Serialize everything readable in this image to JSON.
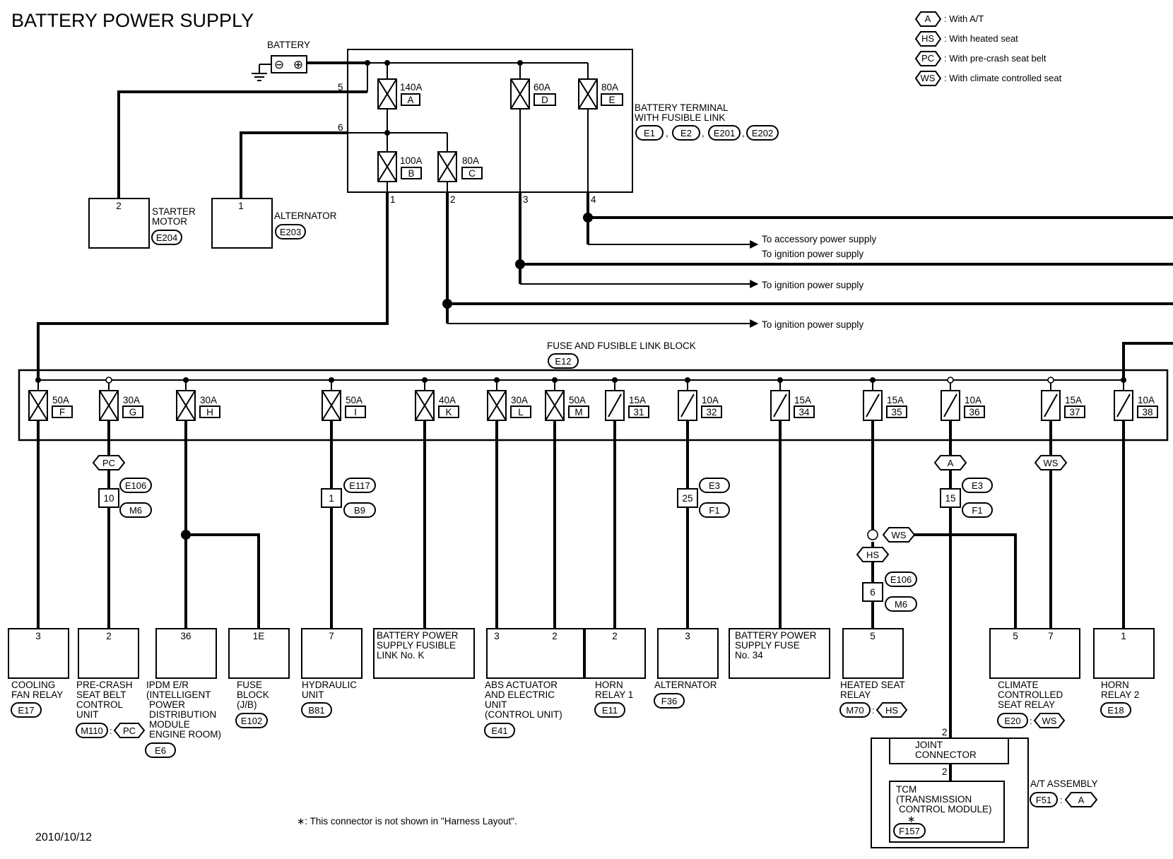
{
  "title": "BATTERY POWER SUPPLY",
  "date": "2010/10/12",
  "footnote": "∗: This connector is not shown in \"Harness Layout\".",
  "legend": [
    {
      "code": "A",
      "text": ": With A/T"
    },
    {
      "code": "HS",
      "text": ": With heated seat"
    },
    {
      "code": "PC",
      "text": ": With pre-crash seat belt"
    },
    {
      "code": "WS",
      "text": ": With climate controlled seat"
    }
  ],
  "battery": {
    "label": "BATTERY",
    "neg": "⊖",
    "pos": "⊕"
  },
  "terminal": {
    "name_line1": "BATTERY TERMINAL",
    "name_line2": "WITH FUSIBLE LINK",
    "connectors": [
      "E1",
      "E2",
      "E201",
      "E202"
    ],
    "fuses": [
      {
        "amp": "140A",
        "id": "A"
      },
      {
        "amp": "60A",
        "id": "D"
      },
      {
        "amp": "80A",
        "id": "E"
      },
      {
        "amp": "100A",
        "id": "B"
      },
      {
        "amp": "80A",
        "id": "C"
      }
    ],
    "pins": [
      "5",
      "6",
      "1",
      "2",
      "3",
      "4"
    ]
  },
  "starter": {
    "pin": "2",
    "line1": "STARTER",
    "line2": "MOTOR",
    "conn": "E204"
  },
  "alternator_top": {
    "pin": "1",
    "name": "ALTERNATOR",
    "conn": "E203"
  },
  "arrows": [
    "To accessory power supply",
    "To ignition power supply",
    "To ignition power supply",
    "To ignition power supply"
  ],
  "fuse_block": {
    "name": "FUSE AND FUSIBLE LINK BLOCK",
    "conn": "E12"
  },
  "fuses": [
    {
      "amp": "50A",
      "id": "F"
    },
    {
      "amp": "30A",
      "id": "G"
    },
    {
      "amp": "30A",
      "id": "H"
    },
    {
      "amp": "50A",
      "id": "I"
    },
    {
      "amp": "40A",
      "id": "K"
    },
    {
      "amp": "30A",
      "id": "L"
    },
    {
      "amp": "50A",
      "id": "M"
    },
    {
      "amp": "15A",
      "id": "31"
    },
    {
      "amp": "10A",
      "id": "32"
    },
    {
      "amp": "15A",
      "id": "34"
    },
    {
      "amp": "15A",
      "id": "35"
    },
    {
      "amp": "10A",
      "id": "36"
    },
    {
      "amp": "15A",
      "id": "37"
    },
    {
      "amp": "10A",
      "id": "38"
    }
  ],
  "inline": {
    "pc_tag": "PC",
    "g_pin": "10",
    "g_c1": "E106",
    "g_c2": "M6",
    "i_pin": "1",
    "i_c1": "E117",
    "i_c2": "B9",
    "n32_pin": "25",
    "n32_c1": "E3",
    "n32_c2": "F1",
    "a_tag": "A",
    "n36_pin": "15",
    "n36_c1": "E3",
    "n36_c2": "F1",
    "ws_tag": "WS",
    "ws_tag2": "WS",
    "hs_tag": "HS",
    "hs_pin": "6",
    "hs_c1": "E106",
    "hs_c2": "M6"
  },
  "components": {
    "cooling": {
      "pin": "3",
      "lines": [
        "COOLING",
        "FAN RELAY"
      ],
      "conn": "E17"
    },
    "precrash": {
      "pin": "2",
      "lines": [
        "PRE-CRASH",
        "SEAT BELT",
        "CONTROL",
        "UNIT"
      ],
      "conn": "M110",
      "tag": "PC"
    },
    "ipdm": {
      "pin": "36",
      "lines": [
        "IPDM E/R",
        "(INTELLIGENT",
        "POWER",
        "DISTRIBUTION",
        "MODULE",
        "ENGINE ROOM)"
      ],
      "conn": "E6"
    },
    "fuseblock": {
      "pin": "1E",
      "lines": [
        "FUSE",
        "BLOCK",
        "(J/B)"
      ],
      "conn": "E102"
    },
    "hydraulic": {
      "pin": "7",
      "lines": [
        "HYDRAULIC",
        "UNIT"
      ],
      "conn": "B81"
    },
    "bpsfl": {
      "lines": [
        "BATTERY POWER",
        "SUPPLY FUSIBLE",
        "LINK No. K"
      ]
    },
    "abs": {
      "pin1": "3",
      "pin2": "2",
      "lines": [
        "ABS ACTUATOR",
        "AND ELECTRIC",
        "UNIT",
        "(CONTROL UNIT)"
      ],
      "conn": "E41"
    },
    "horn1": {
      "pin": "2",
      "lines": [
        "HORN",
        "RELAY 1"
      ],
      "conn": "E11"
    },
    "alternator": {
      "pin": "3",
      "lines": [
        "ALTERNATOR"
      ],
      "conn": "F36"
    },
    "bpsf": {
      "lines": [
        "BATTERY POWER",
        "SUPPLY FUSE",
        "No. 34"
      ]
    },
    "heated": {
      "pin": "5",
      "lines": [
        "HEATED SEAT",
        "RELAY"
      ],
      "conn": "M70",
      "tag": "HS"
    },
    "climate": {
      "pin1": "5",
      "pin2": "7",
      "lines": [
        "CLIMATE",
        "CONTROLLED",
        "SEAT RELAY"
      ],
      "conn": "E20",
      "tag": "WS"
    },
    "horn2": {
      "pin": "1",
      "lines": [
        "HORN",
        "RELAY 2"
      ],
      "conn": "E18"
    }
  },
  "tcm": {
    "pin_top": "2",
    "joint_line1": "JOINT",
    "joint_line2": "CONNECTOR",
    "pin_mid": "2",
    "lines": [
      "TCM",
      "(TRANSMISSION",
      "CONTROL MODULE)"
    ],
    "star": "∗",
    "conn": "F157",
    "assembly": "A/T ASSEMBLY",
    "assembly_conn": "F51",
    "assembly_tag": "A"
  }
}
